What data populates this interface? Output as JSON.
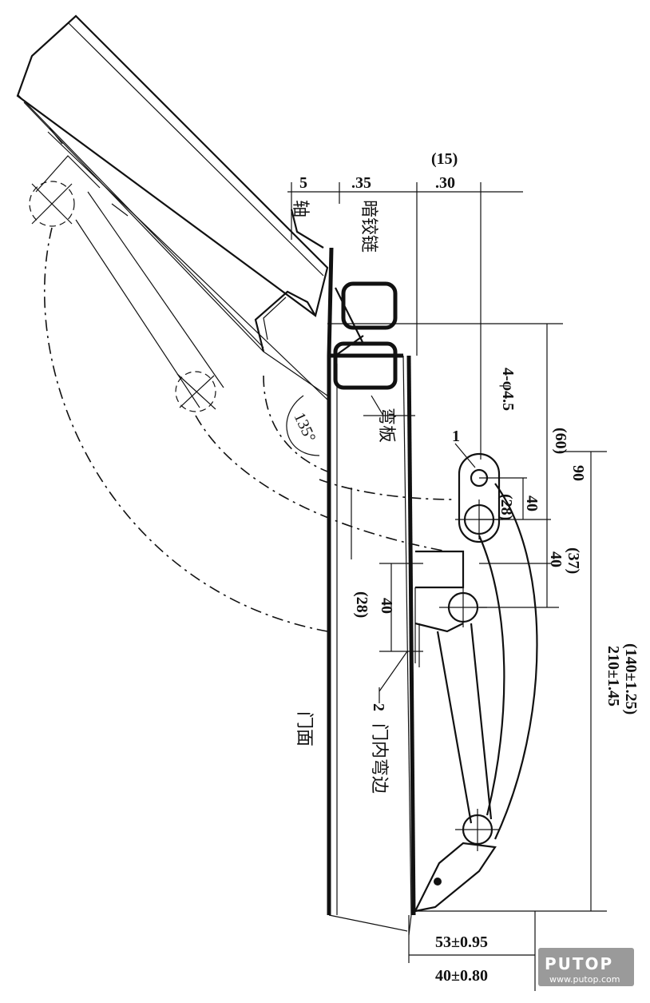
{
  "dimensions": {
    "top_15": "(15)",
    "top_5": "5",
    "top_35": ".35",
    "top_30": ".30",
    "hole": "4-φ4.5",
    "d60": "(60)",
    "d90": "90",
    "d40a": "40",
    "d28a": "(28)",
    "d37": "(37)",
    "d40b": "40",
    "d40c": "40",
    "d28b": "(28)",
    "d140": "(140±1.25)",
    "d210": "210±1.45",
    "angle": "135°",
    "bottom1": "53±0.95",
    "bottom2": "40±0.80"
  },
  "labels": {
    "shaft": "轴",
    "hidden_hinge": "暗铰链",
    "bent_plate": "弯板",
    "part_1": "1",
    "part_2": "2",
    "door_inner_edge": "门内弯边",
    "door_face": "门面"
  },
  "watermark": {
    "brand": "PUTOP",
    "url": "www.putop.com"
  }
}
